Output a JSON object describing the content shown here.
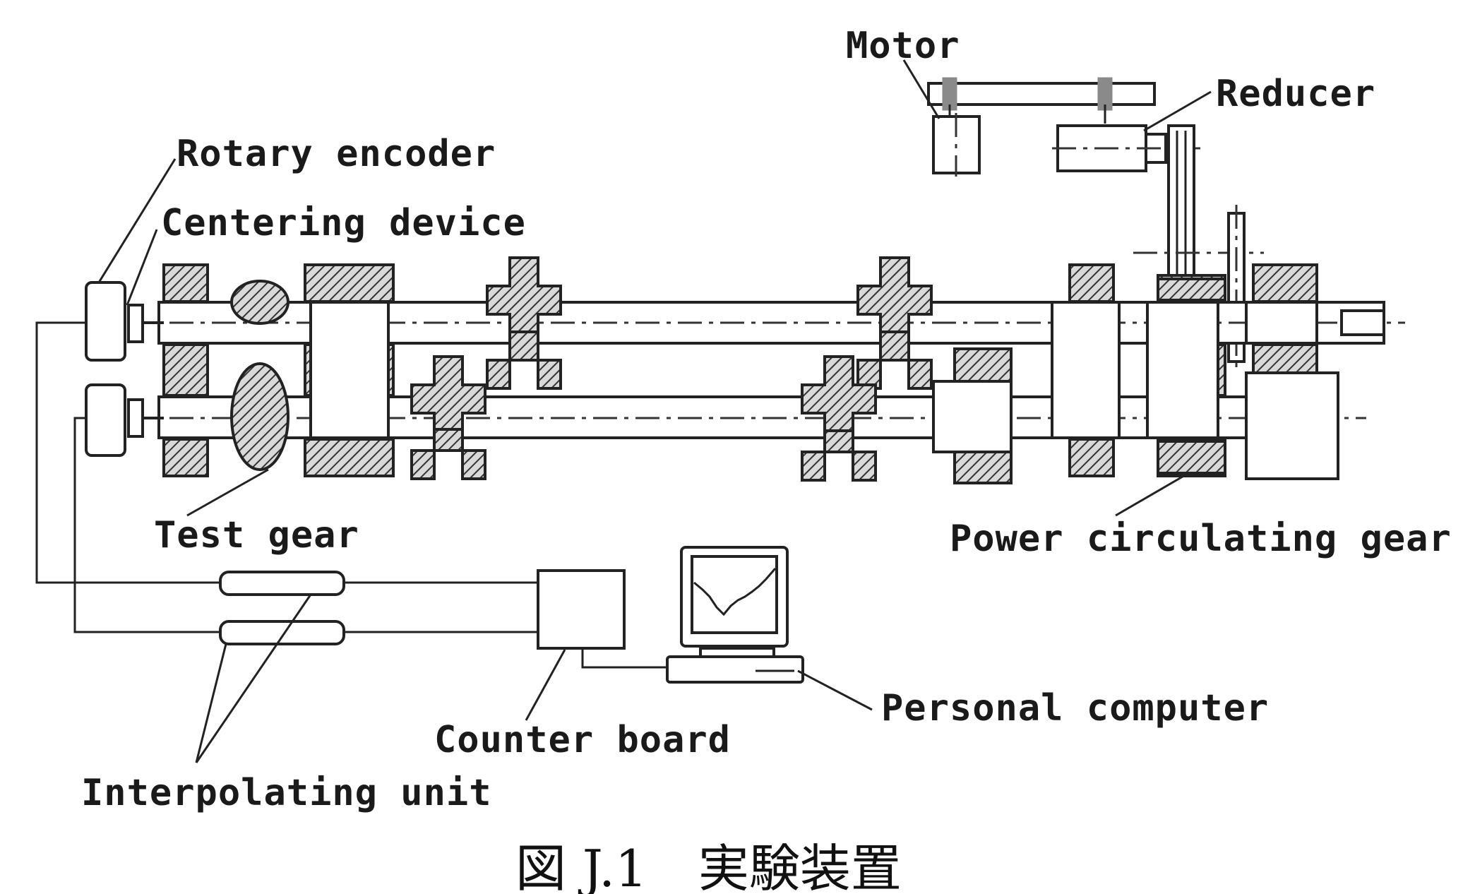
{
  "labels": {
    "motor": "Motor",
    "reducer": "Reducer",
    "rotary_encoder": "Rotary encoder",
    "centering_device": "Centering device",
    "test_gear": "Test gear",
    "power_circulating_gear": "Power circulating gear",
    "counter_board": "Counter board",
    "personal_computer": "Personal computer",
    "interpolating_unit": "Interpolating unit"
  },
  "caption": "図 J.1　実験装置"
}
